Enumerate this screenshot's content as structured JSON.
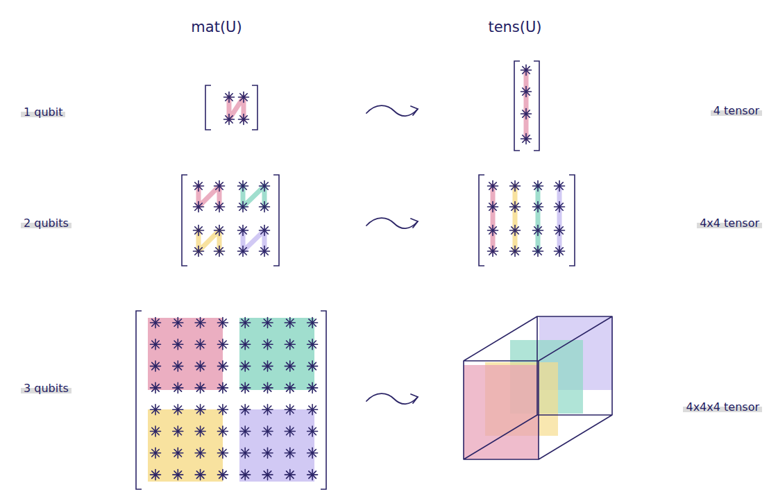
{
  "diagram": {
    "labels": [
      "mat(U)",
      "tens(U)",
      "1 qubit",
      "2 qubits",
      "3 qubits",
      "4 tensor",
      "4x4 tensor",
      "4x4x4 tensor"
    ]
  }
}
